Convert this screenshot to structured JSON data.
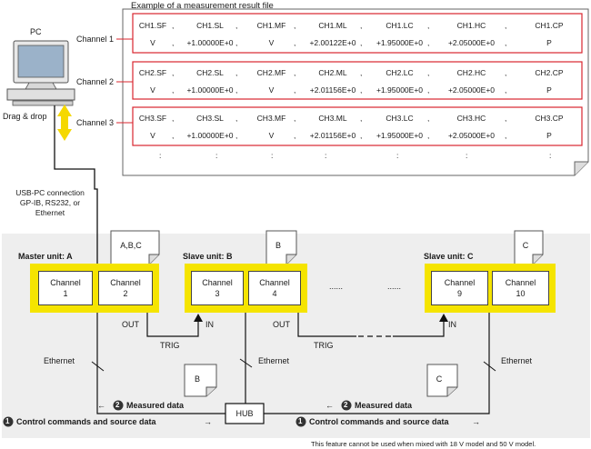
{
  "file_title": "Example of a measurement result file",
  "pc_label": "PC",
  "drag_drop_label": "Drag & drop",
  "connection_label": {
    "line1": "USB-PC connection",
    "line2": "GP-IB, RS232, or",
    "line3": "Ethernet"
  },
  "channel_rows": [
    {
      "label": "Channel 1",
      "headers": [
        "CH1.SF",
        "CH1.SL",
        "CH1.MF",
        "CH1.ML",
        "CH1.LC",
        "CH1.HC",
        "CH1.CP"
      ],
      "values": [
        "V",
        "+1.00000E+0",
        "V",
        "+2.00122E+0",
        "+1.95000E+0",
        "+2.05000E+0",
        "P"
      ]
    },
    {
      "label": "Channel 2",
      "headers": [
        "CH2.SF",
        "CH2.SL",
        "CH2.MF",
        "CH2.ML",
        "CH2.LC",
        "CH2.HC",
        "CH2.CP"
      ],
      "values": [
        "V",
        "+1.00000E+0",
        "V",
        "+2.01156E+0",
        "+1.95000E+0",
        "+2.05000E+0",
        "P"
      ]
    },
    {
      "label": "Channel 3",
      "headers": [
        "CH3.SF",
        "CH3.SL",
        "CH3.MF",
        "CH3.ML",
        "CH3.LC",
        "CH3.HC",
        "CH3.CP"
      ],
      "values": [
        "V",
        "+1.00000E+0",
        "V",
        "+2.01156E+0",
        "+1.95000E+0",
        "+2.05000E+0",
        "P"
      ]
    }
  ],
  "separator": ",",
  "continuation": ":",
  "units": {
    "master": {
      "title": "Master unit: A",
      "doc": "A,B,C",
      "channels": [
        {
          "line1": "Channel",
          "line2": "1"
        },
        {
          "line1": "Channel",
          "line2": "2"
        }
      ]
    },
    "slave_b": {
      "title": "Slave unit: B",
      "doc": "B",
      "channels": [
        {
          "line1": "Channel",
          "line2": "3"
        },
        {
          "line1": "Channel",
          "line2": "4"
        }
      ]
    },
    "slave_c": {
      "title": "Slave unit: C",
      "doc": "C",
      "channels": [
        {
          "line1": "Channel",
          "line2": "9"
        },
        {
          "line1": "Channel",
          "line2": "10"
        }
      ]
    }
  },
  "ellipsis": "......",
  "out_label": "OUT",
  "in_label": "IN",
  "trig_label": "TRIG",
  "ethernet_label": "Ethernet",
  "hub_label": "HUB",
  "doc_b_lower": "B",
  "doc_c_lower": "C",
  "measured_data": {
    "arrow": "←",
    "num": "2",
    "text": "Measured data"
  },
  "control_commands": {
    "num": "1",
    "text": "Control commands and source data",
    "arrow": "→"
  },
  "footnote": "This feature cannot be used when mixed with 18 V model and 50 V model."
}
